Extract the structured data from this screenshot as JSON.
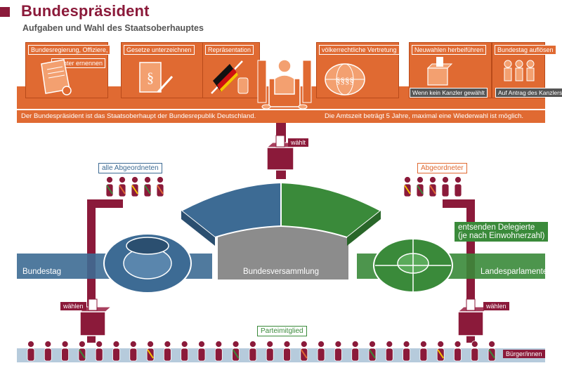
{
  "header": {
    "title": "Bundespräsident",
    "subtitle": "Aufgaben und Wahl des Staatsoberhauptes"
  },
  "tasks": [
    {
      "label": "Bundesregierung, Offiziere,",
      "label2": "Richter ernennen",
      "icon": "document-seal-icon"
    },
    {
      "label": "Gesetze unterzeichnen",
      "icon": "law-paragraph-icon"
    },
    {
      "label": "Repräsentation",
      "icon": "german-flag-icon"
    },
    {
      "label": "völkerrechtliche Vertretung",
      "icon": "globe-icon"
    },
    {
      "label": "Neuwahlen herbeiführen",
      "note": "Wenn kein Kanzler gewählt",
      "icon": "ballot-box-icon"
    },
    {
      "label": "Bundestag auflösen",
      "note": "Auf Antrag des Kanzlers",
      "icon": "dissolve-group-icon"
    }
  ],
  "info": {
    "left": "Der Bundespräsident ist das Staatsoberhaupt der Bundesrepublik Deutschland.",
    "right": "Die Amtszeit beträgt 5 Jahre, maximal eine Wiederwahl ist möglich."
  },
  "flow": {
    "waehlt": "wählt",
    "alle_abgeordneten": "alle Abgeordneten",
    "abgeordneter": "Abgeordneter",
    "entsenden_line1": "entsenden Delegierte",
    "entsenden_line2": "(je nach Einwohnerzahl)",
    "bundestag": "Bundestag",
    "bundesversammlung": "Bundesversammlung",
    "landesparlamente": "Landesparlamente",
    "waehlen_left": "wählen",
    "waehlen_right": "wählen",
    "parteimitglied": "Parteimitglied",
    "buerger": "Bürger/innen"
  },
  "colors": {
    "brand": "#8b1a3a",
    "orange": "#e06a32",
    "blue": "#3d6b94",
    "green": "#3a8a3a",
    "gray": "#8c8c8c"
  }
}
